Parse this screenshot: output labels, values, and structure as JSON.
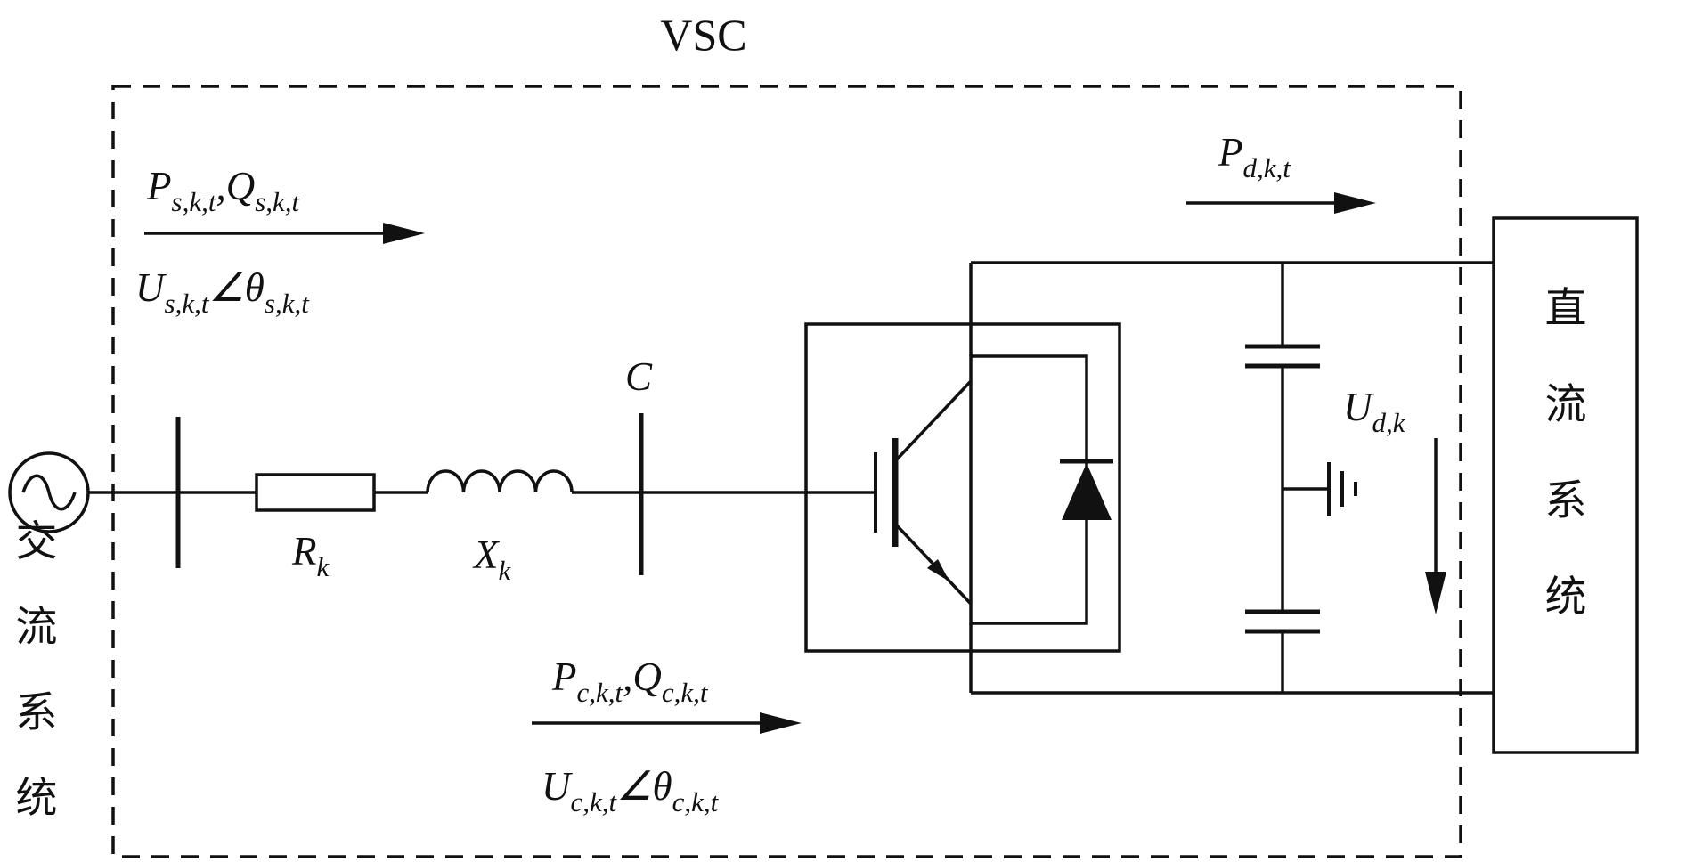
{
  "title": "VSC",
  "regions": {
    "ac_system": "交流系统",
    "dc_system": "直流系统"
  },
  "labels": {
    "ps_qs": {
      "m1": "P",
      "s1": "s,k,t",
      "m2": ",Q",
      "s2": "s,k,t"
    },
    "us_angle": {
      "m1": "U",
      "s1": "s,k,t",
      "m2": "∠θ",
      "s2": "s,k,t"
    },
    "pc_qc": {
      "m1": "P",
      "s1": "c,k,t",
      "m2": ",Q",
      "s2": "c,k,t"
    },
    "uc_angle": {
      "m1": "U",
      "s1": "c,k,t",
      "m2": "∠θ",
      "s2": "c,k,t"
    },
    "pd": {
      "m1": "P",
      "s1": "d,k,t"
    },
    "ud": {
      "m1": "U",
      "s1": "d,k"
    },
    "resistor": {
      "m1": "R",
      "s1": "k"
    },
    "inductor": {
      "m1": "X",
      "s1": "k"
    },
    "capacitor_bus": {
      "m1": "C"
    }
  },
  "colors": {
    "line": "#111111",
    "background": "#ffffff"
  }
}
